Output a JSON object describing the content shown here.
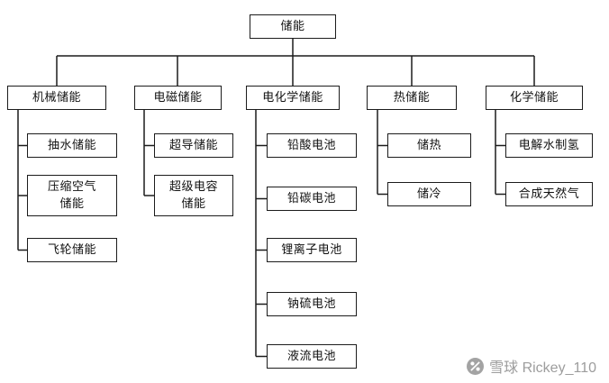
{
  "tree": {
    "root": {
      "label": "储能"
    },
    "branches": [
      {
        "label": "机械储能",
        "children": [
          {
            "label": "抽水储能"
          },
          {
            "label": "压缩空气\n储能"
          },
          {
            "label": "飞轮储能"
          }
        ]
      },
      {
        "label": "电磁储能",
        "children": [
          {
            "label": "超导储能"
          },
          {
            "label": "超级电容\n储能"
          }
        ]
      },
      {
        "label": "电化学储能",
        "children": [
          {
            "label": "铅酸电池"
          },
          {
            "label": "铅碳电池"
          },
          {
            "label": "锂离子电池"
          },
          {
            "label": "钠硫电池"
          },
          {
            "label": "液流电池"
          }
        ]
      },
      {
        "label": "热储能",
        "children": [
          {
            "label": "储热"
          },
          {
            "label": "储冷"
          }
        ]
      },
      {
        "label": "化学储能",
        "children": [
          {
            "label": "电解水制氢"
          },
          {
            "label": "合成天然气"
          }
        ]
      }
    ]
  },
  "watermark": {
    "logo_icon": "xueqiu-logo",
    "text": "雪球 Rickey_110",
    "color": "#9d9d9d"
  },
  "colors": {
    "line": "#1c1c1c",
    "box_border": "#1c1c1c",
    "background": "#ffffff"
  }
}
